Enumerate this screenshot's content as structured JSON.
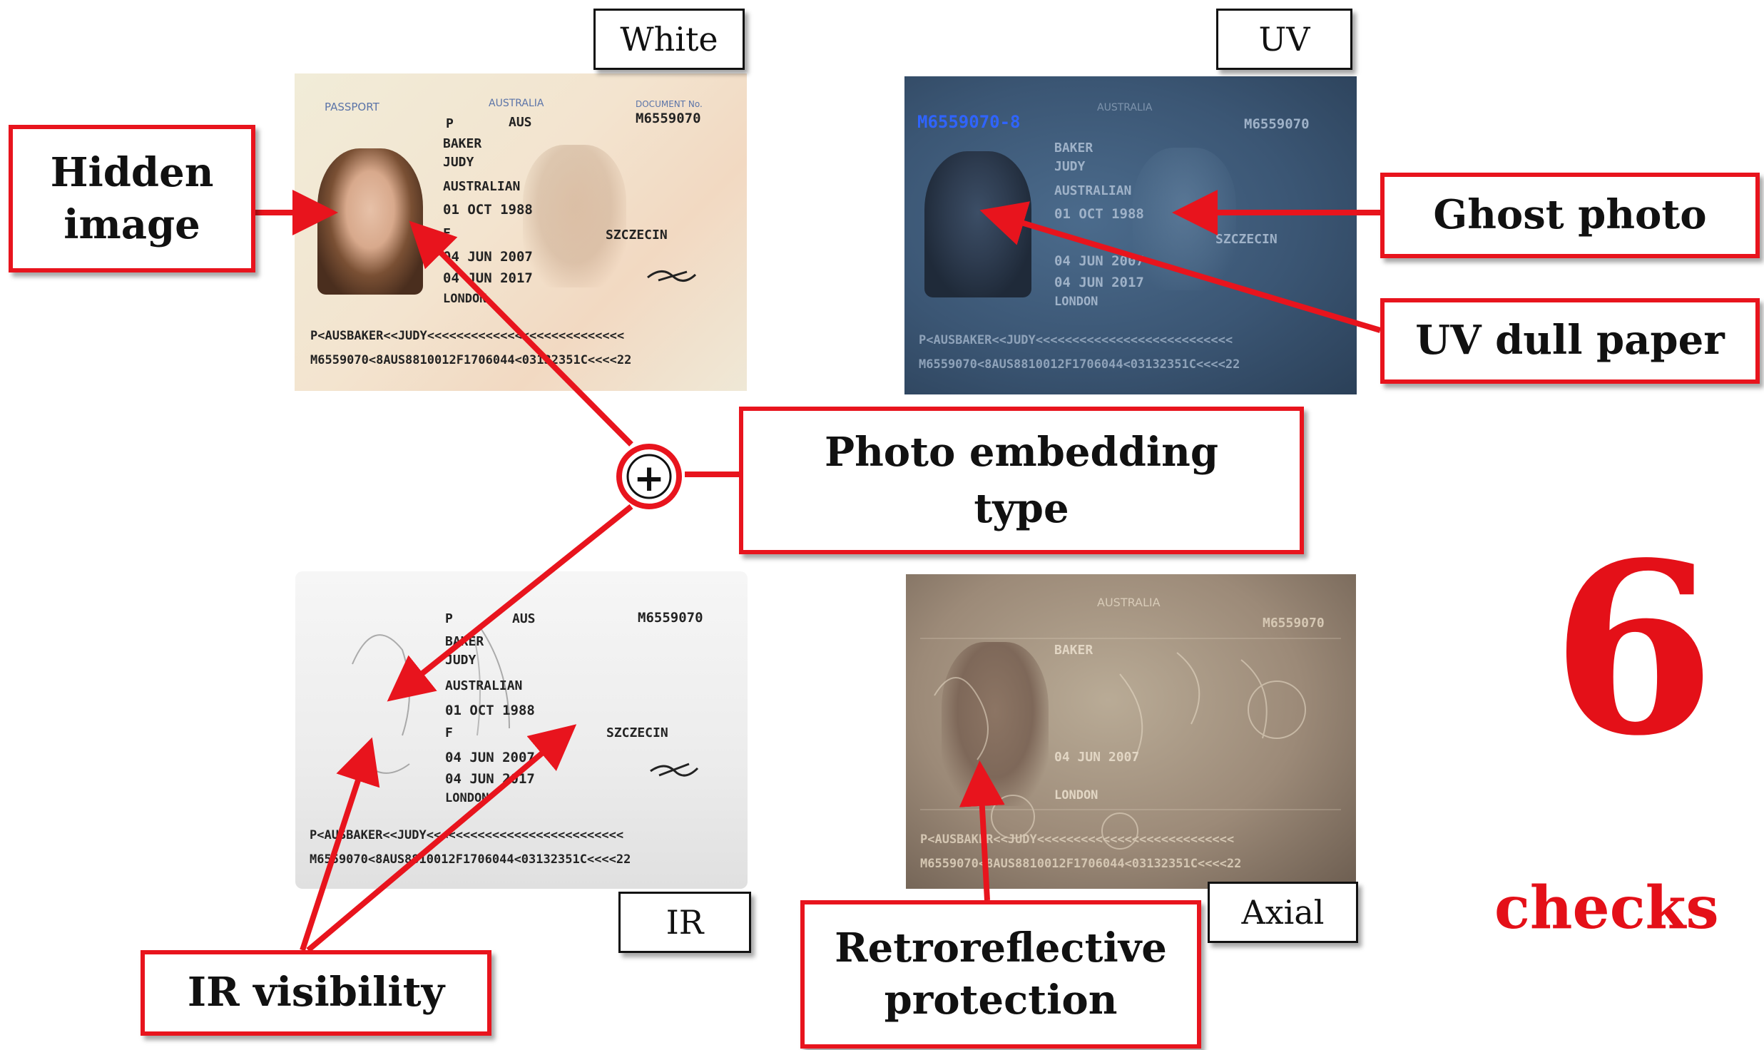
{
  "panels": {
    "white": {
      "label": "White"
    },
    "uv": {
      "label": "UV"
    },
    "ir": {
      "label": "IR"
    },
    "axial": {
      "label": "Axial"
    }
  },
  "passport": {
    "header_left": "PASSPORT",
    "country": "AUSTRALIA",
    "doc_no_label": "DOCUMENT No.",
    "type": "P",
    "issuing": "AUS",
    "doc_no": "M6559070",
    "uv_doc_no": "M6559070-8",
    "surname": "BAKER",
    "given": "JUDY",
    "nationality": "AUSTRALIAN",
    "dob": "01 OCT 1988",
    "sex": "F",
    "place_of_birth": "SZCZECIN",
    "issue_date": "04 JUN 2007",
    "expiry_date": "04 JUN 2017",
    "authority": "LONDON",
    "mrz1": "P<AUSBAKER<<JUDY<<<<<<<<<<<<<<<<<<<<<<<<<<<",
    "mrz2": "M6559070<8AUS8810012F1706044<03132351C<<<<22"
  },
  "callouts": {
    "hidden_image_1": "Hidden",
    "hidden_image_2": "image",
    "ghost_photo": "Ghost photo",
    "uv_dull_paper": "UV dull paper",
    "photo_embedding_1": "Photo embedding",
    "photo_embedding_2": "type",
    "ir_visibility": "IR visibility",
    "retro_1": "Retroreflective",
    "retro_2": "protection"
  },
  "summary": {
    "count": "6",
    "unit": "checks"
  },
  "colors": {
    "accent": "#e8141d",
    "frame": "#111111"
  },
  "icons": {
    "plus": "+"
  }
}
